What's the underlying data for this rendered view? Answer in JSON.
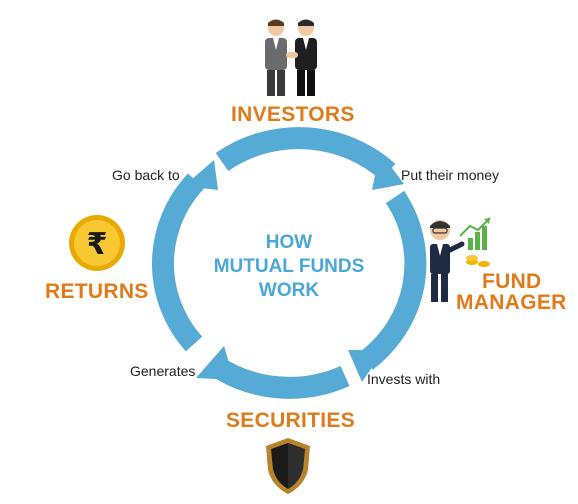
{
  "center_title": [
    "HOW",
    "MUTUAL FUNDS",
    "WORK"
  ],
  "nodes": {
    "investors": "INVESTORS",
    "fund_manager": [
      "FUND",
      "MANAGER"
    ],
    "securities": "SECURITIES",
    "returns": "RETURNS"
  },
  "edges": {
    "put_money": "Put their money",
    "invests_with": "Invests with",
    "generates": "Generates",
    "go_back": "Go back to"
  },
  "colors": {
    "ring": "#56abd6",
    "accent": "#e07b1a",
    "title": "#4aa8d8"
  },
  "icons": [
    "investors-icon",
    "fund-manager-icon",
    "shield-icon",
    "rupee-coin-icon"
  ]
}
